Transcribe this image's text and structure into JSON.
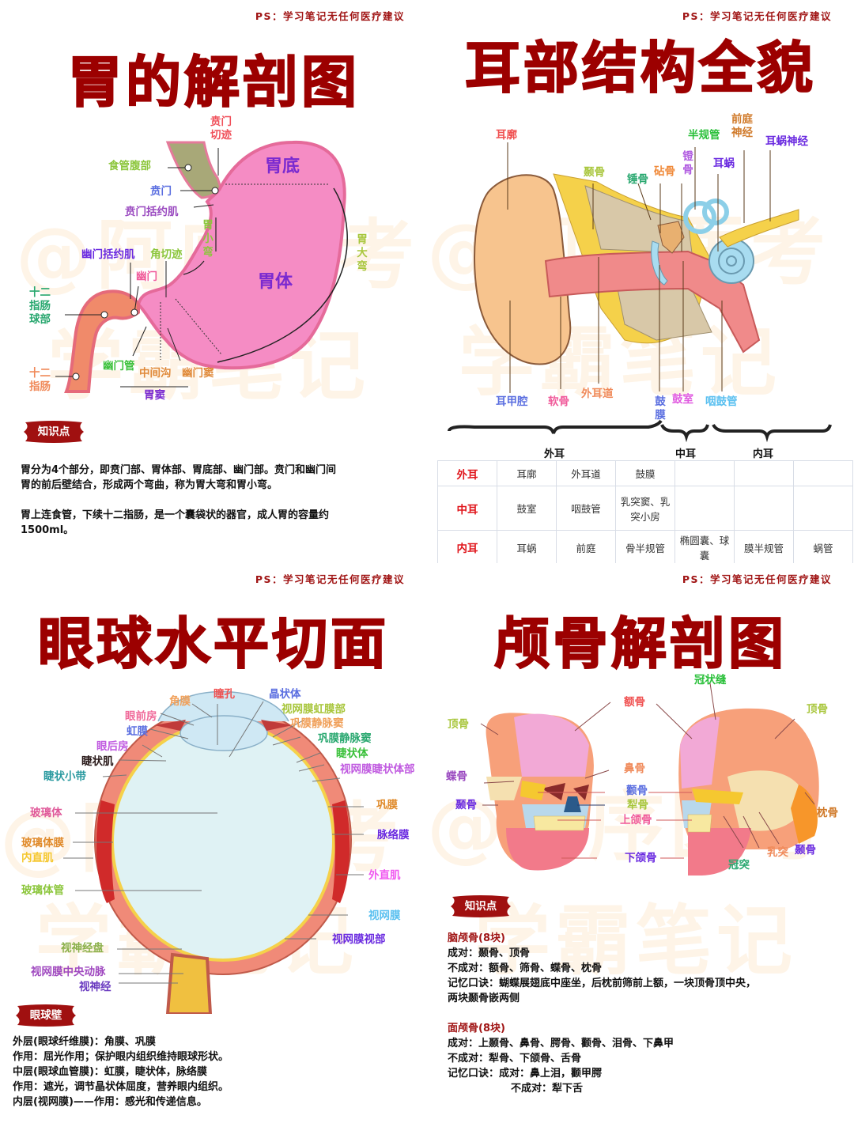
{
  "disclaimer": "PS：学习笔记无任何医疗建议",
  "watermark": {
    "line1": "@阿序医考",
    "line2": "学霸笔记"
  },
  "stomach": {
    "title": "胃的解剖图",
    "labels": {
      "cardiac_notch": "贲门切迹",
      "abdominal_esophagus": "食管腹部",
      "fundus": "胃底",
      "cardia": "贲门",
      "cardiac_sphincter": "贲门括约肌",
      "lesser_curvature": "胃小弯",
      "greater_curvature": "胃大弯",
      "pyloric_sphincter": "幽门括约肌",
      "angular_incisure": "角切迹",
      "pylorus": "幽门",
      "body": "胃体",
      "duodenal_bulb": "十二指肠球部",
      "pyloric_canal": "幽门管",
      "intermediate_sulcus": "中间沟",
      "pyloric_antrum": "幽门窦",
      "duodenum": "十二指肠",
      "gastric_antrum": "胃窦"
    },
    "badge": "知识点",
    "notes": [
      "胃分为4个部分，即贲门部、胃体部、胃底部、幽门部。贲门和幽门间",
      "胃的前后壁结合，形成两个弯曲，称为胃大弯和胃小弯。",
      "胃上连食管，下续十二指肠，是一个囊袋状的器官，成人胃的容量约",
      "1500ml。"
    ]
  },
  "ear": {
    "title": "耳部结构全貌",
    "labels": {
      "auricle": "耳廓",
      "temporal_bone": "颞骨",
      "malleus": "锤骨",
      "incus": "砧骨",
      "stapes": "镫骨",
      "semicircular_canals": "半规管",
      "vestibular_nerve": "前庭神经",
      "cochlea": "耳蜗",
      "cochlear_nerve": "耳蜗神经",
      "concha": "耳甲腔",
      "cartilage": "软骨",
      "external_canal": "外耳道",
      "tympanic_membrane": "鼓膜",
      "tympanic_cavity": "鼓室",
      "eustachian_tube": "咽鼓管"
    },
    "sections": [
      "外耳",
      "中耳",
      "内耳"
    ],
    "table": [
      {
        "head": "外耳",
        "cells": [
          "耳廓",
          "外耳道",
          "鼓膜",
          "",
          "",
          ""
        ]
      },
      {
        "head": "中耳",
        "cells": [
          "鼓室",
          "咽鼓管",
          "乳突窦、乳突小房",
          "",
          "",
          ""
        ]
      },
      {
        "head": "内耳",
        "cells": [
          "耳蜗",
          "前庭",
          "骨半规管",
          "椭圆囊、球囊",
          "膜半规管",
          "蜗管"
        ]
      }
    ]
  },
  "eye": {
    "title": "眼球水平切面",
    "labels": {
      "cornea": "角膜",
      "pupil": "瞳孔",
      "lens": "晶状体",
      "iris_retina": "视网膜虹膜部",
      "scleral_sinus_1": "巩膜静脉窦",
      "scleral_sinus_2": "巩膜静脉窦",
      "ciliary_body": "睫状体",
      "ciliary_retina": "视网膜睫状体部",
      "anterior_chamber": "眼前房",
      "iris": "虹膜",
      "posterior_chamber": "眼后房",
      "ciliary_muscle": "睫状肌",
      "zonule": "睫状小带",
      "vitreous": "玻璃体",
      "sclera": "巩膜",
      "vitreous_membrane": "玻璃体膜",
      "choroid": "脉络膜",
      "medial_rectus": "内直肌",
      "lateral_rectus": "外直肌",
      "hyaloid_canal": "玻璃体管",
      "retina": "视网膜",
      "optic_retina": "视网膜视部",
      "optic_disc": "视神经盘",
      "central_artery": "视网膜中央动脉",
      "optic_nerve": "视神经"
    },
    "badge": "眼球壁",
    "notes": [
      "外层(眼球纤维膜)：角膜、巩膜",
      "作用：屈光作用；保护眼内组织维持眼球形状。",
      "中层(眼球血管膜)：虹膜，睫状体，脉络膜",
      "作用：遮光，调节晶状体屈度，营养眼内组织。",
      "内层(视网膜)——作用：感光和传递信息。"
    ]
  },
  "skull": {
    "title": "颅骨解剖图",
    "labels": {
      "coronal_suture": "冠状缝",
      "frontal": "额骨",
      "parietal_left": "顶骨",
      "parietal_right": "顶骨",
      "nasal": "鼻骨",
      "sphenoid": "蝶骨",
      "zygomatic": "颧骨",
      "temporal_left": "颞骨",
      "vomer": "犁骨",
      "occipital": "枕骨",
      "maxilla": "上颌骨",
      "mastoid": "乳突",
      "temporal_right": "颞骨",
      "mandible": "下颌骨",
      "coronoid": "冠突"
    },
    "badge": "知识点",
    "cranial": {
      "heading": "脑颅骨(8块)",
      "paired": "成对：颞骨、顶骨",
      "unpaired": "不成对：额骨、筛骨、蝶骨、枕骨",
      "mnemonic": "记忆口诀：蝴蝶展翅底中座坐，后枕前筛前上额，一块顶骨顶中央，",
      "mnemonic2": "两块颞骨嵌两侧"
    },
    "facial": {
      "heading": "面颅骨(8块)",
      "paired": "成对：上颞骨、鼻骨、腭骨、颧骨、泪骨、下鼻甲",
      "unpaired": "不成对：犁骨、下颌骨、舌骨",
      "mnemonic": "记忆口诀：成对：鼻上泪，颧甲腭",
      "mnemonic2": "不成对：犁下舌"
    }
  },
  "colors": {
    "title_red": "#9c0000",
    "stomach_pink": "#f58cc4",
    "duodenum_orange": "#f08a6a",
    "esophagus_olive": "#a8a878",
    "skull_pink": "#f2a9d6",
    "skull_orange": "#f7a07a"
  }
}
